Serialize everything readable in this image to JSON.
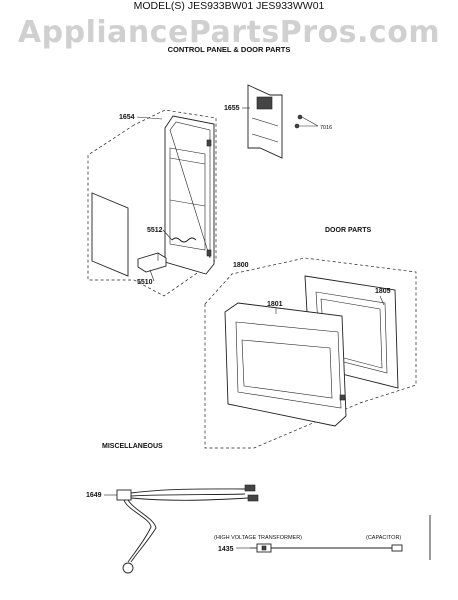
{
  "watermark": "AppliancePartsPros.com",
  "header": {
    "model_line": "MODEL(S) JES933BW01  JES933WW01",
    "subtitle": "CONTROL PANEL & DOOR PARTS"
  },
  "sections": {
    "door_parts": "DOOR PARTS",
    "miscellaneous": "MISCELLANEOUS"
  },
  "parts": {
    "p1654": "1654",
    "p1655": "1655",
    "p7016": "7016",
    "p5512": "5512",
    "p5510": "5510",
    "p1800": "1800",
    "p1801": "1801",
    "p1805": "1805",
    "p1649": "1649",
    "p1435": "1435"
  },
  "notes": {
    "hv_transformer": "(HIGH VOLTAGE TRANSFORMER)",
    "capacitor": "(CAPACITOR)"
  }
}
